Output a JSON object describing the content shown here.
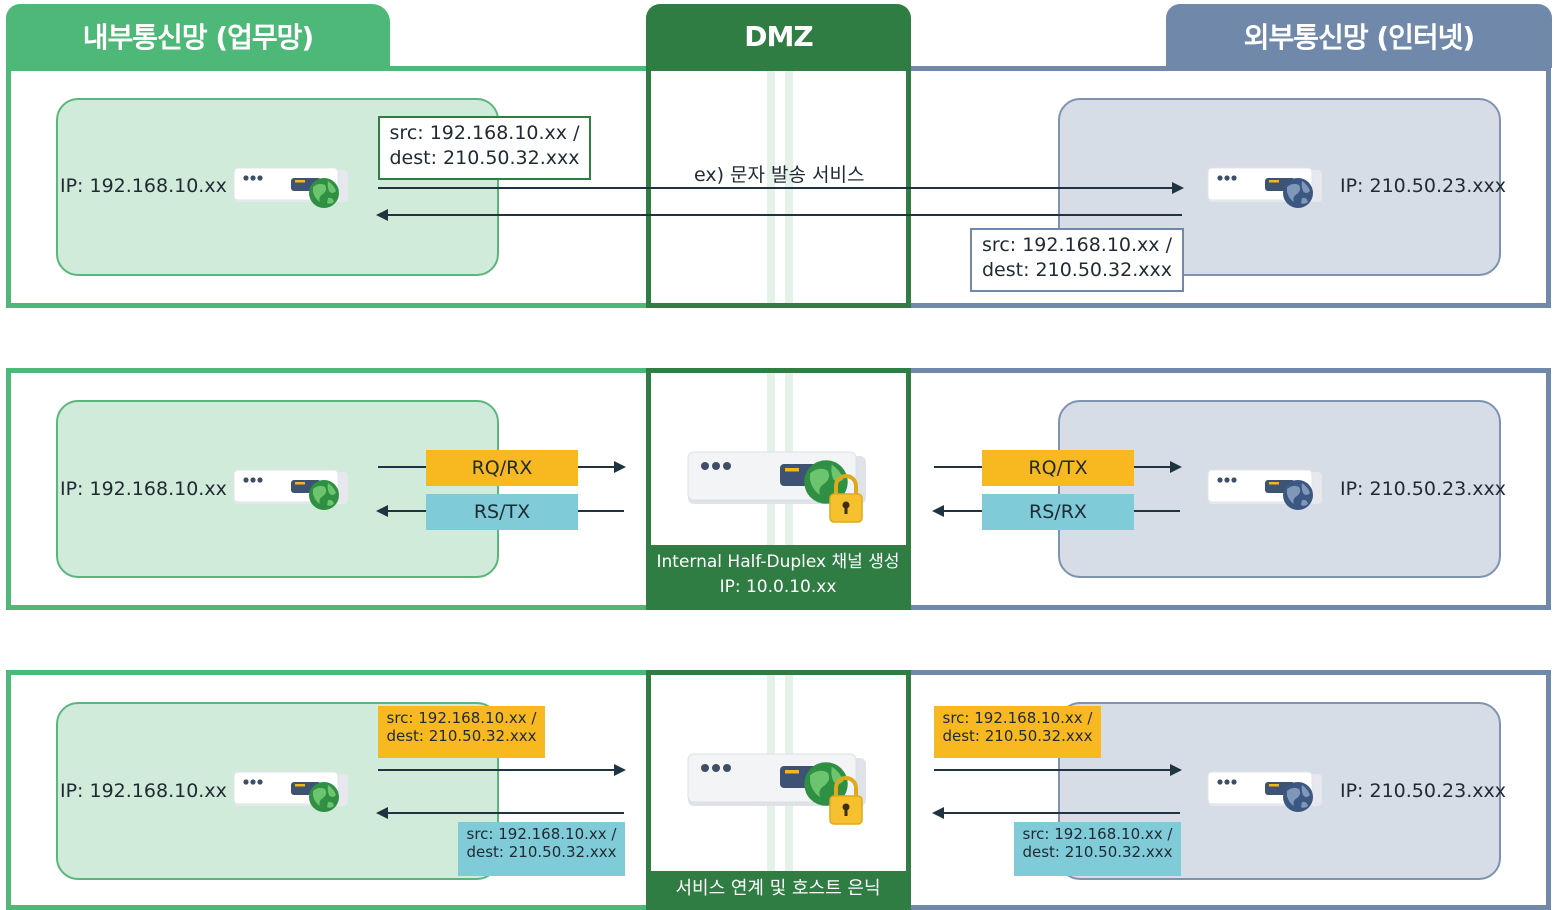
{
  "headers": {
    "internal": "내부통신망 (업무망)",
    "dmz": "DMZ",
    "external": "외부통신망 (인터넷)"
  },
  "row1": {
    "internal_ip": "IP: 192.168.10.xx",
    "external_ip": "IP: 210.50.23.xxx",
    "request_label": "src: 192.168.10.xx /\ndest: 210.50.32.xxx",
    "response_label": "src: 192.168.10.xx /\ndest: 210.50.32.xxx",
    "service_note": "ex) 문자 발송 서비스"
  },
  "row2": {
    "internal_ip": "IP: 192.168.10.xx",
    "external_ip": "IP: 210.50.23.xxx",
    "left_upper": "RQ/RX",
    "left_lower": "RS/TX",
    "right_upper": "RQ/TX",
    "right_lower": "RS/RX",
    "dmz_caption_line1": "Internal Half-Duplex 채널 생성",
    "dmz_caption_line2": "IP: 10.0.10.xx"
  },
  "row3": {
    "internal_ip": "IP: 192.168.10.xx",
    "external_ip": "IP: 210.50.23.xxx",
    "left_upper": "src: 192.168.10.xx /\ndest: 210.50.32.xxx",
    "left_lower": "src: 192.168.10.xx /\ndest: 210.50.32.xxx",
    "right_upper": "src: 192.168.10.xx /\ndest: 210.50.32.xxx",
    "right_lower": "src: 192.168.10.xx /\ndest: 210.50.32.xxx",
    "dmz_caption": "서비스 연계 및 호스트 은닉"
  },
  "colors": {
    "internal": "#4db877",
    "dmz": "#2f7d43",
    "external": "#7089aa",
    "yellow": "#f8b820",
    "cyan": "#7fcbd7"
  },
  "icons": {
    "server": "server-globe-icon",
    "gateway": "secure-gateway-icon"
  }
}
